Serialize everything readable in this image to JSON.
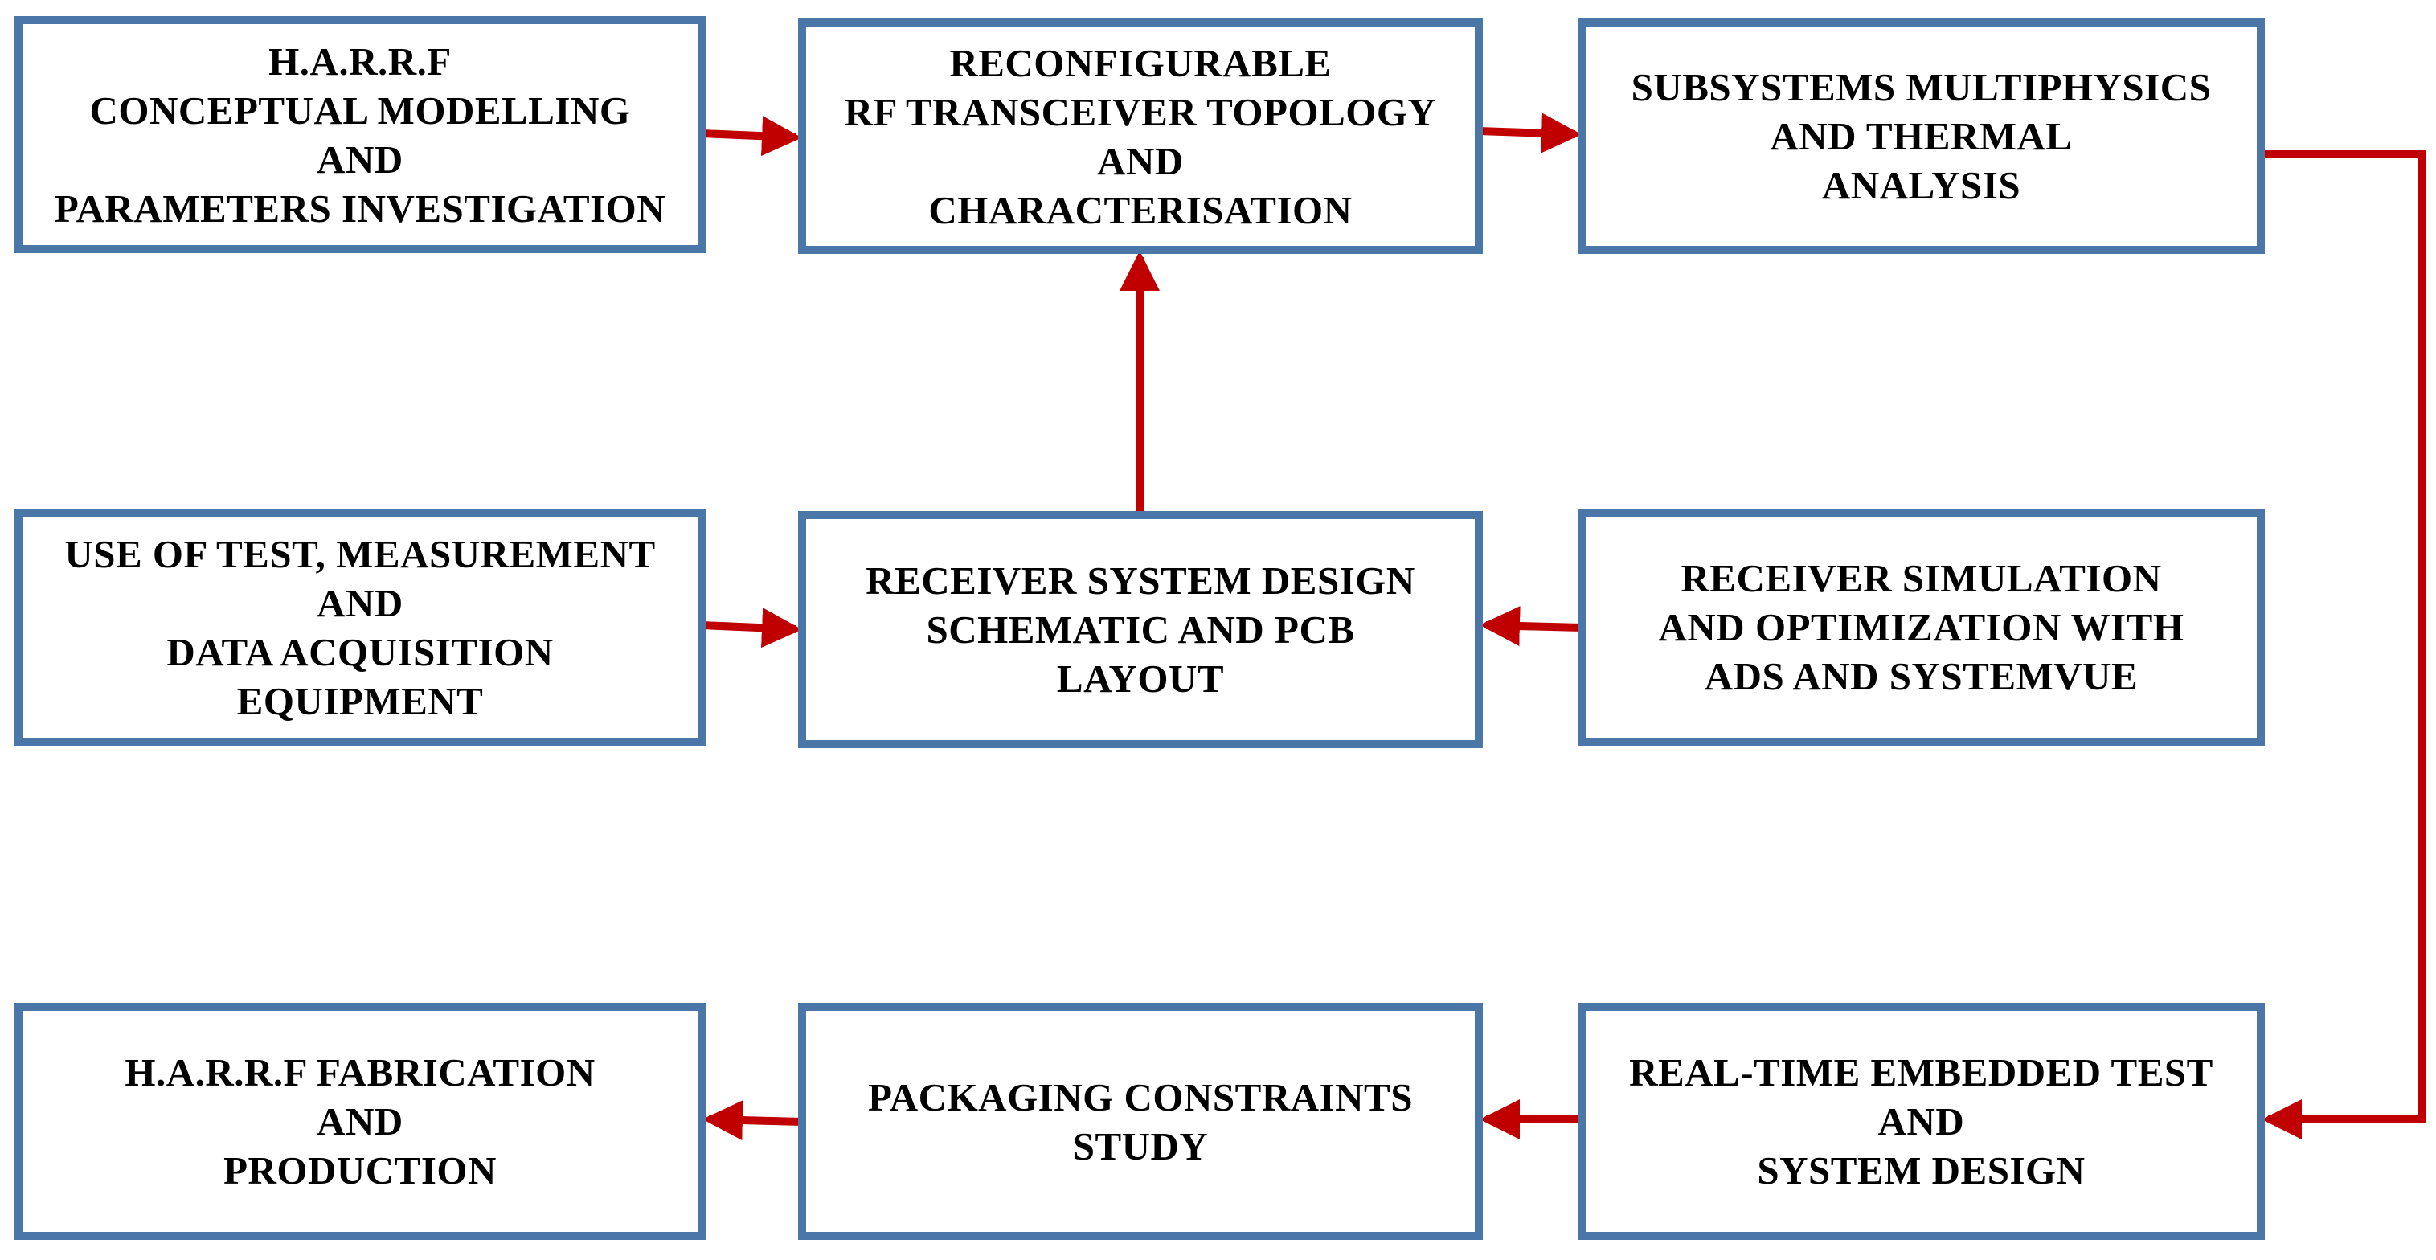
{
  "diagram": {
    "boxes": {
      "harrf_modelling": "H.A.R.R.F\nCONCEPTUAL MODELLING\nAND\nPARAMETERS INVESTIGATION",
      "reconfigurable_rf": "RECONFIGURABLE\nRF TRANSCEIVER TOPOLOGY\nAND\nCHARACTERISATION",
      "subsystems_multiphysics": "SUBSYSTEMS MULTIPHYSICS\nAND THERMAL\nANALYSIS",
      "test_measurement": "USE OF TEST, MEASUREMENT\nAND\nDATA ACQUISITION\nEQUIPMENT",
      "receiver_design": "RECEIVER SYSTEM DESIGN\nSCHEMATIC AND PCB\nLAYOUT",
      "receiver_simulation": "RECEIVER SIMULATION\nAND OPTIMIZATION WITH\nADS AND SYSTEMVUE",
      "harrf_fabrication": "H.A.R.R.F FABRICATION\nAND\nPRODUCTION",
      "packaging_study": "PACKAGING CONSTRAINTS\nSTUDY",
      "realtime_embedded": "REAL-TIME EMBEDDED TEST\nAND\nSYSTEM DESIGN"
    },
    "colors": {
      "box_border": "#4a76a8",
      "arrow": "#c00000",
      "text": "#000000"
    },
    "connections": [
      {
        "from": "harrf_modelling",
        "to": "reconfigurable_rf"
      },
      {
        "from": "reconfigurable_rf",
        "to": "subsystems_multiphysics"
      },
      {
        "from": "subsystems_multiphysics",
        "to": "realtime_embedded"
      },
      {
        "from": "realtime_embedded",
        "to": "packaging_study"
      },
      {
        "from": "packaging_study",
        "to": "harrf_fabrication"
      },
      {
        "from": "receiver_simulation",
        "to": "receiver_design"
      },
      {
        "from": "test_measurement",
        "to": "receiver_design"
      },
      {
        "from": "receiver_design",
        "to": "reconfigurable_rf"
      }
    ]
  }
}
